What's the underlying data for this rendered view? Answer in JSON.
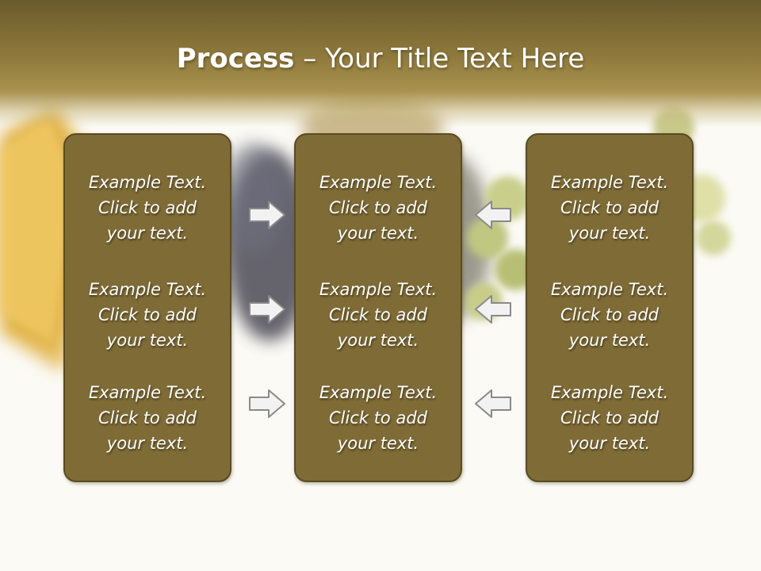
{
  "slide": {
    "title_bold": "Process",
    "title_rest": " – Your Title Text Here",
    "colors": {
      "panel_fill": "#7e6b36",
      "panel_border": "#5a4b22",
      "title_band": "#8f7a3c",
      "text": "#ffffff",
      "arrow_fill": "#f2f2f2",
      "arrow_stroke": "#8a8a8a"
    },
    "columns": [
      {
        "items": [
          "Example Text.\nClick  to add\nyour text.",
          "Example Text.\nClick  to add\nyour text.",
          "Example Text.\nClick  to add\nyour text."
        ]
      },
      {
        "items": [
          "Example Text.\nClick  to add\nyour text.",
          "Example Text.\nClick  to add\nyour text.",
          "Example Text.\nClick  to add\nyour text."
        ]
      },
      {
        "items": [
          "Example Text.\nClick  to add\nyour text.",
          "Example Text.\nClick  to add\nyour text.",
          "Example Text.\nClick  to add\nyour text."
        ]
      }
    ],
    "arrows": {
      "left_group_icon": "arrow-right-icon",
      "right_group_icon": "arrow-left-icon"
    }
  }
}
